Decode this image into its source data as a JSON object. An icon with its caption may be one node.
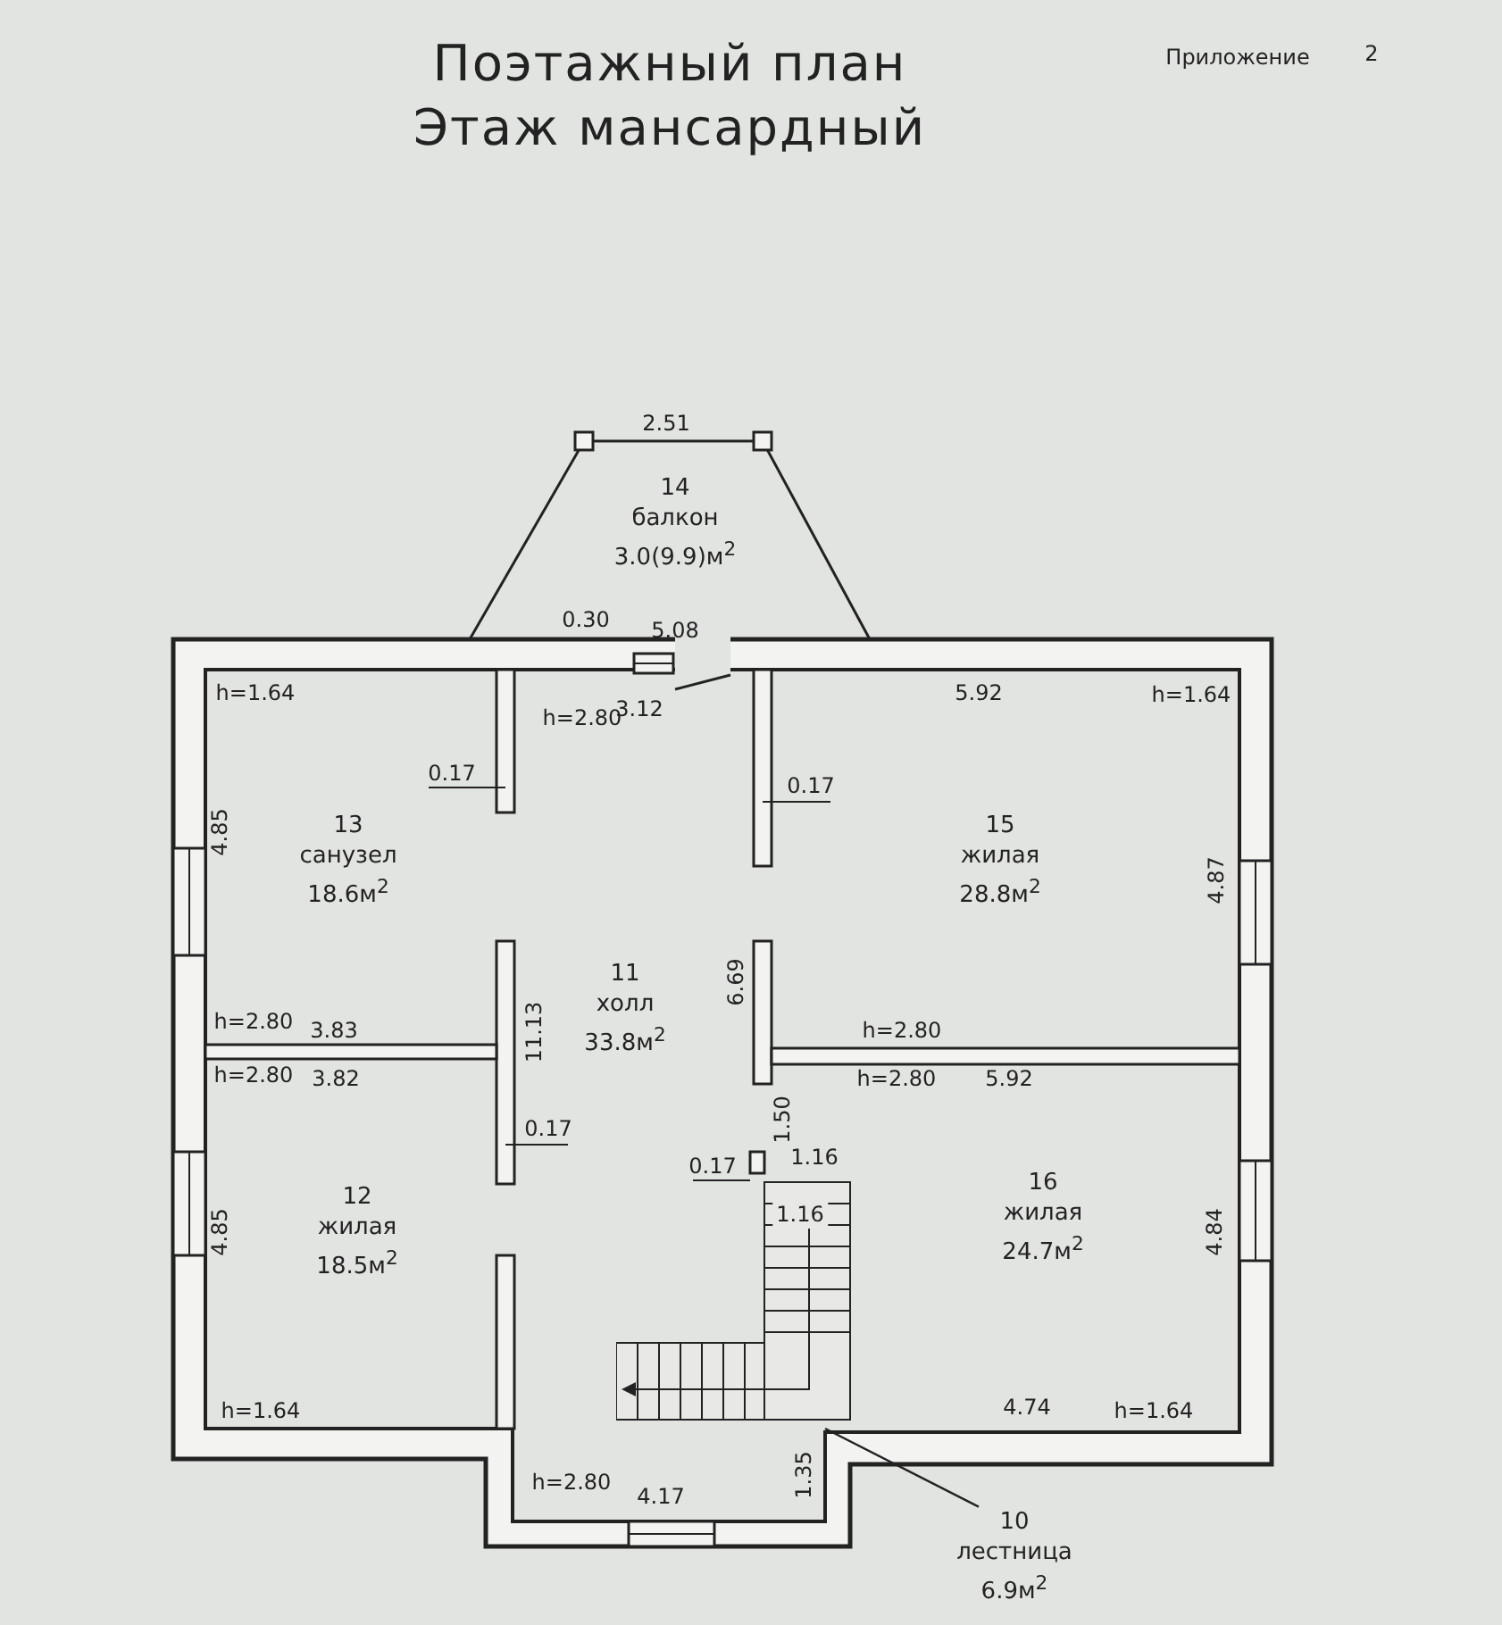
{
  "diagram": {
    "title": "Поэтажный план Этаж мансардный",
    "nodes": [
      {
        "text": [
          "14",
          "балкон",
          "3.0(9.9)м$^{2}$"
        ]
      },
      {
        "text": [
          "13",
          "санузел",
          "18.6м$^{2}$"
        ]
      },
      {
        "text": [
          "15",
          "жилая",
          "28.8м$^{2}$"
        ]
      },
      {
        "text": [
          "11",
          "холл",
          "33.8м$^{2}$"
        ]
      },
      {
        "text": [
          "12",
          "жилая",
          "18.5м$^{2}$"
        ]
      },
      {
        "text": [
          "16",
          "жилая",
          "24.7м$^{2}$"
        ]
      },
      {
        "text": [],
        "shape": "stairs"
      },
      {
        "text": [
          "10",
          "лестница",
          "6.9м$^{2}$"
        ]
      }
    ],
    "edges": [
      {
        "from": 7,
        "to": 6,
        "arrow": "none"
      }
    ],
    "labels": [
      "Приложение",
      "2",
      "2.51",
      "0.30",
      "5.08",
      "3.12",
      "h=1.64",
      "5.92",
      "h=1.64",
      "h=2.80",
      "0.17",
      "0.17",
      "4.85",
      "4.87",
      "6.69",
      "h=2.80",
      "3.83",
      "11.13",
      "h=2.80",
      "h=2.80",
      "3.82",
      "h=2.80",
      "5.92",
      "0.17",
      "1.50",
      "0.17",
      "1.16",
      "1.16",
      "4.85",
      "4.84",
      "h=1.64",
      "4.74",
      "h=1.64",
      "h=2.80",
      "4.17",
      "1.35"
    ]
  }
}
